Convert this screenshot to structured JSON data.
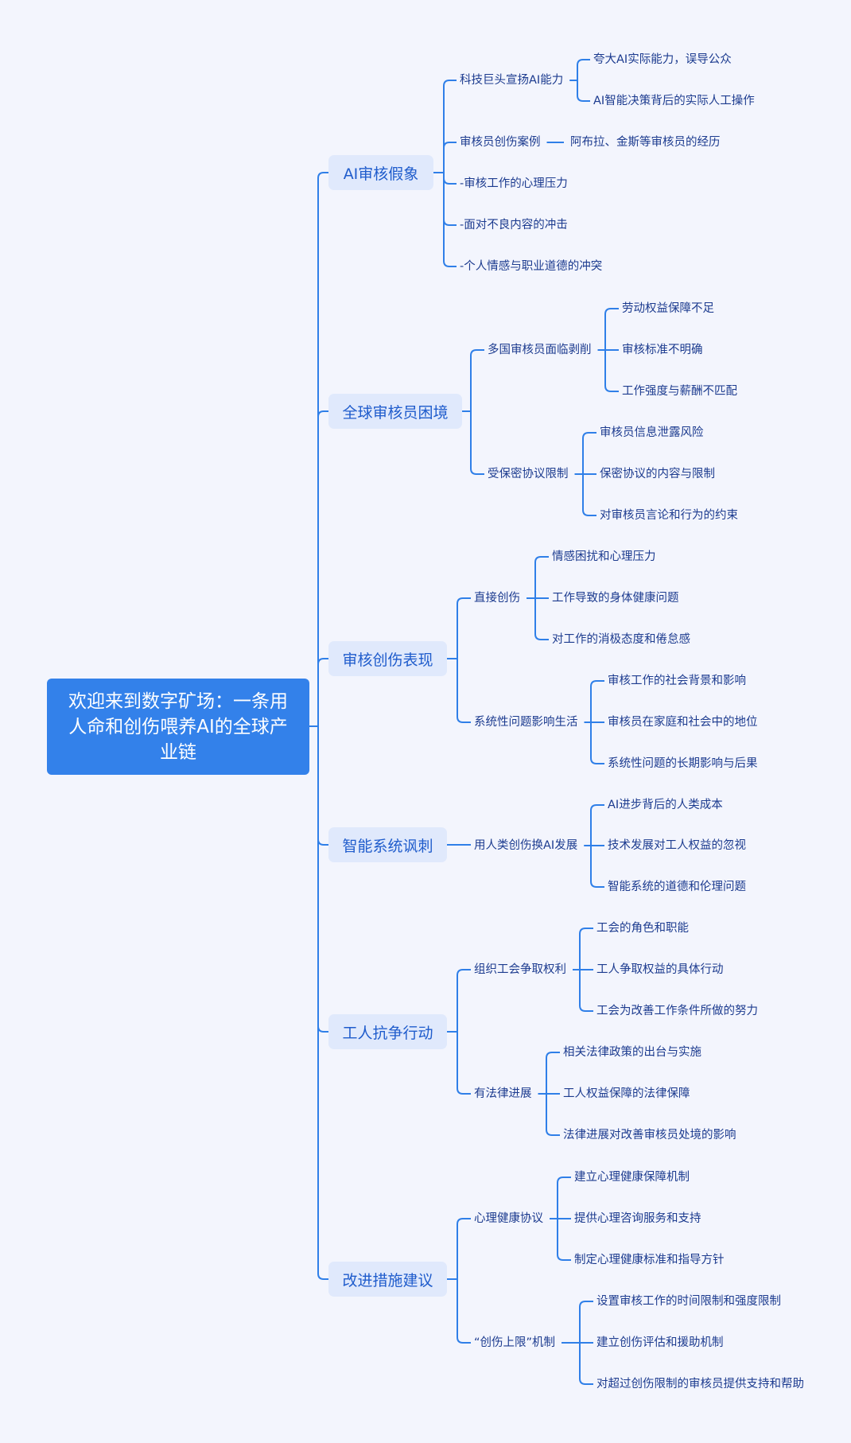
{
  "title": "欢迎来到数字矿场：一条用人命和创伤喂养AI的全球产业链",
  "colors": {
    "line": "#2f7fe8",
    "root_bg": "#3381ea",
    "branch_bg": "#e0e9fc",
    "text": "#1c3b8f"
  },
  "tree": [
    {
      "label": "AI审核假象",
      "children": [
        {
          "label": "科技巨头宣扬AI能力",
          "children": [
            {
              "label": "夸大AI实际能力，误导公众"
            },
            {
              "label": "AI智能决策背后的实际人工操作"
            }
          ]
        },
        {
          "label": "审核员创伤案例",
          "children": [
            {
              "label": "阿布拉、金斯等审核员的经历"
            }
          ]
        },
        {
          "label": "-审核工作的心理压力"
        },
        {
          "label": "-面对不良内容的冲击"
        },
        {
          "label": "-个人情感与职业道德的冲突"
        }
      ]
    },
    {
      "label": "全球审核员困境",
      "children": [
        {
          "label": "多国审核员面临剥削",
          "children": [
            {
              "label": "劳动权益保障不足"
            },
            {
              "label": "审核标准不明确"
            },
            {
              "label": "工作强度与薪酬不匹配"
            }
          ]
        },
        {
          "label": "受保密协议限制",
          "children": [
            {
              "label": "审核员信息泄露风险"
            },
            {
              "label": "保密协议的内容与限制"
            },
            {
              "label": "对审核员言论和行为的约束"
            }
          ]
        }
      ]
    },
    {
      "label": "审核创伤表现",
      "children": [
        {
          "label": "直接创伤",
          "children": [
            {
              "label": "情感困扰和心理压力"
            },
            {
              "label": "工作导致的身体健康问题"
            },
            {
              "label": "对工作的消极态度和倦怠感"
            }
          ]
        },
        {
          "label": "系统性问题影响生活",
          "children": [
            {
              "label": "审核工作的社会背景和影响"
            },
            {
              "label": "审核员在家庭和社会中的地位"
            },
            {
              "label": "系统性问题的长期影响与后果"
            }
          ]
        }
      ]
    },
    {
      "label": "智能系统讽刺",
      "children": [
        {
          "label": "用人类创伤换AI发展",
          "children": [
            {
              "label": "AI进步背后的人类成本"
            },
            {
              "label": "技术发展对工人权益的忽视"
            },
            {
              "label": "智能系统的道德和伦理问题"
            }
          ]
        }
      ]
    },
    {
      "label": "工人抗争行动",
      "children": [
        {
          "label": "组织工会争取权利",
          "children": [
            {
              "label": "工会的角色和职能"
            },
            {
              "label": "工人争取权益的具体行动"
            },
            {
              "label": "工会为改善工作条件所做的努力"
            }
          ]
        },
        {
          "label": "有法律进展",
          "children": [
            {
              "label": "相关法律政策的出台与实施"
            },
            {
              "label": "工人权益保障的法律保障"
            },
            {
              "label": "法律进展对改善审核员处境的影响"
            }
          ]
        }
      ]
    },
    {
      "label": "改进措施建议",
      "children": [
        {
          "label": "心理健康协议",
          "children": [
            {
              "label": "建立心理健康保障机制"
            },
            {
              "label": "提供心理咨询服务和支持"
            },
            {
              "label": "制定心理健康标准和指导方针"
            }
          ]
        },
        {
          "label": "“创伤上限”机制",
          "children": [
            {
              "label": "设置审核工作的时间限制和强度限制"
            },
            {
              "label": "建立创伤评估和援助机制"
            },
            {
              "label": "对超过创伤限制的审核员提供支持和帮助"
            }
          ]
        }
      ]
    }
  ]
}
